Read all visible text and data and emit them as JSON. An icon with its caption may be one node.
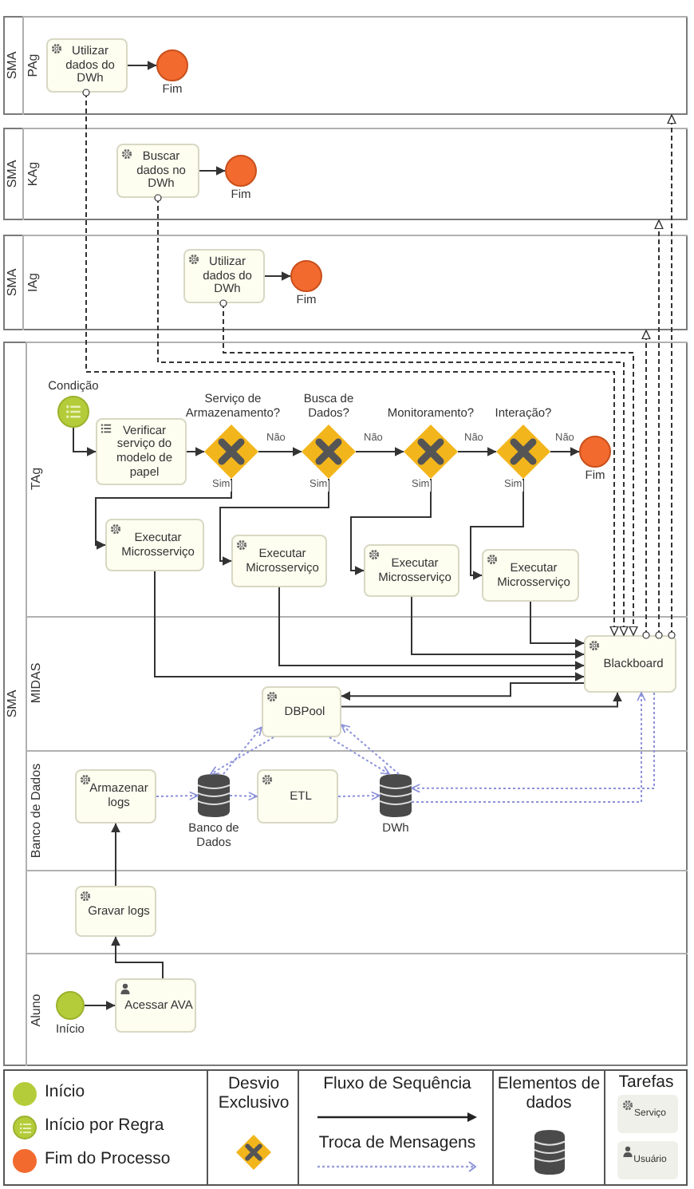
{
  "diagram": {
    "nodes": [
      {
        "text": [
          "SMA"
        ]
      },
      {
        "text": [
          "PAg"
        ],
        "in": 0
      },
      {
        "text": [
          "Utilizar dados do DWh"
        ],
        "in": 1
      },
      {
        "text": [],
        "shape": "circle",
        "beside": [
          "Fim"
        ],
        "in": 1
      },
      {
        "text": [
          "SMA"
        ]
      },
      {
        "text": [
          "KAg"
        ],
        "in": 4
      },
      {
        "text": [
          "Buscar dados no DWh"
        ],
        "in": 5
      },
      {
        "text": [],
        "shape": "circle",
        "beside": [
          "Fim"
        ],
        "in": 5
      },
      {
        "text": [
          "SMA"
        ]
      },
      {
        "text": [
          "IAg"
        ],
        "in": 8
      },
      {
        "text": [
          "Utilizar dados do DWh"
        ],
        "in": 9
      },
      {
        "text": [],
        "shape": "circle",
        "beside": [
          "Fim"
        ],
        "in": 9
      },
      {
        "text": [
          "SMA"
        ]
      },
      {
        "text": [
          "TAg"
        ],
        "in": 12
      },
      {
        "text": [],
        "shape": "circle",
        "beside": [
          "Condição"
        ],
        "in": 13
      },
      {
        "text": [
          "Verificar serviço do modelo de papel"
        ],
        "in": 13
      },
      {
        "text": [],
        "shape": "diamond",
        "beside": [
          "Serviço de Armazenamento?"
        ],
        "in": 13
      },
      {
        "text": [],
        "shape": "diamond",
        "beside": [
          "Busca de Dados?"
        ],
        "in": 13
      },
      {
        "text": [],
        "shape": "diamond",
        "beside": [
          "Monitoramento?"
        ],
        "in": 13
      },
      {
        "text": [],
        "shape": "diamond",
        "beside": [
          "Interação?"
        ],
        "in": 13
      },
      {
        "text": [],
        "shape": "circle",
        "beside": [
          "Fim"
        ],
        "in": 13
      },
      {
        "text": [
          "Executar Microsserviço"
        ],
        "in": 13
      },
      {
        "text": [
          "Executar Microsserviço"
        ],
        "in": 13
      },
      {
        "text": [
          "Executar Microsserviço"
        ],
        "in": 13
      },
      {
        "text": [
          "Executar Microsserviço"
        ],
        "in": 13
      },
      {
        "text": [
          "MIDAS"
        ],
        "in": 12
      },
      {
        "text": [
          "Blackboard"
        ],
        "in": 25
      },
      {
        "text": [
          "DBPool"
        ],
        "in": 25
      },
      {
        "text": [
          "Banco de Dados"
        ],
        "in": 12
      },
      {
        "text": [
          "Armazenar logs"
        ],
        "in": 28
      },
      {
        "text": [],
        "shape": "cylinder",
        "beside": [
          "Banco de Dados"
        ],
        "in": 28
      },
      {
        "text": [
          "ETL"
        ],
        "in": 28
      },
      {
        "text": [],
        "shape": "cylinder",
        "beside": [
          "DWh"
        ],
        "in": 28
      },
      {
        "text": [],
        "shape": "box",
        "in": 12
      },
      {
        "text": [
          "Gravar logs"
        ],
        "in": 33
      },
      {
        "text": [
          "Aluno"
        ],
        "in": 12
      },
      {
        "text": [],
        "shape": "circle",
        "beside": [
          "Início"
        ],
        "in": 35
      },
      {
        "text": [
          "Acessar AVA"
        ],
        "in": 35
      }
    ],
    "edges": [
      {
        "from": 2,
        "to": 3,
        "arrow": "to"
      },
      {
        "from": 6,
        "to": 7,
        "arrow": "to"
      },
      {
        "from": 10,
        "to": 11,
        "arrow": "to"
      },
      {
        "from": 14,
        "to": 15,
        "arrow": "to"
      },
      {
        "from": 15,
        "to": 16,
        "arrow": "to"
      },
      {
        "from": 16,
        "to": 17,
        "arrow": "to",
        "label": "Não"
      },
      {
        "from": 17,
        "to": 18,
        "arrow": "to",
        "label": "Não"
      },
      {
        "from": 18,
        "to": 19,
        "arrow": "to",
        "label": "Não"
      },
      {
        "from": 19,
        "to": 20,
        "arrow": "to",
        "label": "Não"
      },
      {
        "from": 16,
        "to": 21,
        "arrow": "to",
        "label": "Sim"
      },
      {
        "from": 17,
        "to": 22,
        "arrow": "to",
        "label": "Sim"
      },
      {
        "from": 18,
        "to": 23,
        "arrow": "to",
        "label": "Sim"
      },
      {
        "from": 19,
        "to": 24,
        "arrow": "to",
        "label": "Sim"
      },
      {
        "from": 21,
        "to": 26,
        "arrow": "to"
      },
      {
        "from": 22,
        "to": 26,
        "arrow": "to"
      },
      {
        "from": 23,
        "to": 26,
        "arrow": "to"
      },
      {
        "from": 24,
        "to": 26,
        "arrow": "to"
      },
      {
        "from": 26,
        "to": 27,
        "arrow": "to"
      },
      {
        "from": 27,
        "to": 26,
        "arrow": "to"
      },
      {
        "from": 37,
        "to": 34,
        "arrow": "to"
      },
      {
        "from": 34,
        "to": 29,
        "arrow": "to"
      },
      {
        "from": 36,
        "to": 37,
        "arrow": "to"
      },
      {
        "from": 2,
        "to": 26,
        "arrow": "to",
        "style": "dashed"
      },
      {
        "from": 6,
        "to": 26,
        "arrow": "to",
        "style": "dashed"
      },
      {
        "from": 10,
        "to": 26,
        "arrow": "to",
        "style": "dashed"
      },
      {
        "from": 26,
        "to": 0,
        "arrow": "to",
        "style": "dashed"
      },
      {
        "from": 26,
        "to": 4,
        "arrow": "to",
        "style": "dashed"
      },
      {
        "from": 26,
        "to": 8,
        "arrow": "to",
        "style": "dashed"
      },
      {
        "from": 29,
        "to": 30,
        "arrow": "to",
        "style": "dashed",
        "color": "#8c92d8"
      },
      {
        "from": 30,
        "to": 31,
        "arrow": "to",
        "style": "dashed",
        "color": "#8c92d8"
      },
      {
        "from": 31,
        "to": 32,
        "arrow": "to",
        "style": "dashed",
        "color": "#8c92d8"
      },
      {
        "from": 27,
        "to": 30,
        "arrow": "to",
        "style": "dashed",
        "color": "#8c92d8"
      },
      {
        "from": 30,
        "to": 27,
        "arrow": "to",
        "style": "dashed",
        "color": "#8c92d8"
      },
      {
        "from": 32,
        "to": 27,
        "arrow": "to",
        "style": "dashed",
        "color": "#8c92d8"
      },
      {
        "from": 27,
        "to": 32,
        "arrow": "to",
        "style": "dashed",
        "color": "#8c92d8"
      },
      {
        "from": 32,
        "to": 26,
        "arrow": "to",
        "style": "dashed",
        "color": "#8c92d8"
      },
      {
        "from": 26,
        "to": 32,
        "arrow": "to",
        "style": "dashed",
        "color": "#8c92d8"
      }
    ],
    "labels": [
      "Tarefas"
    ],
    "legend": [
      {
        "text": "Início",
        "color": "#b5cc3a"
      },
      {
        "text": "Início por Regra"
      },
      {
        "text": "Fim do Processo",
        "color": "#f26a2e"
      },
      {
        "text": "Desvio Exclusivo"
      },
      {
        "text": "Fluxo de Sequência"
      },
      {
        "text": "Troca de Mensagens"
      },
      {
        "text": "Elementos de dados"
      },
      {
        "text": "Serviço"
      },
      {
        "text": "Usuário"
      }
    ]
  }
}
